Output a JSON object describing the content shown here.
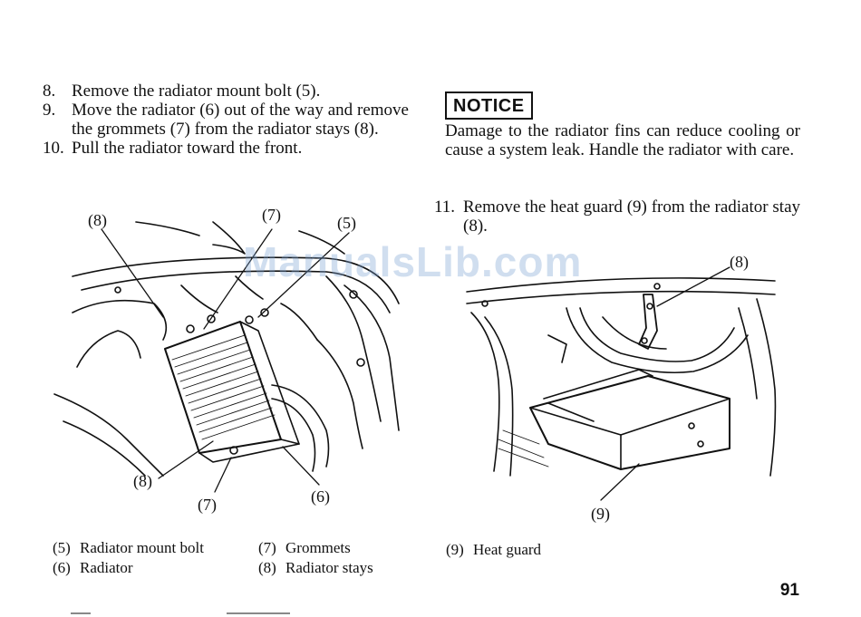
{
  "steps_left": [
    {
      "num": "8.",
      "text": "Remove the radiator mount bolt (5)."
    },
    {
      "num": "9.",
      "text": "Move the radiator (6) out of the way and remove the grommets (7) from the radiator stays (8)."
    },
    {
      "num": "10.",
      "text": "Pull the radiator toward the front."
    }
  ],
  "notice": {
    "label": "NOTICE",
    "text": "Damage to the radiator fins can reduce cooling or cause a system leak. Handle the radiator with care."
  },
  "step_right": {
    "num": "11.",
    "text": "Remove the heat guard (9) from the radiator stay (8)."
  },
  "figure_left": {
    "callouts": [
      "(8)",
      "(7)",
      "(5)",
      "(8)",
      "(7)",
      "(6)"
    ]
  },
  "figure_right": {
    "callouts": [
      "(8)",
      "(9)"
    ]
  },
  "legend_left": [
    {
      "num": "(5)",
      "label": "Radiator mount bolt"
    },
    {
      "num": "(6)",
      "label": "Radiator"
    }
  ],
  "legend_mid": [
    {
      "num": "(7)",
      "label": "Grommets"
    },
    {
      "num": "(8)",
      "label": "Radiator stays"
    }
  ],
  "legend_right": [
    {
      "num": "(9)",
      "label": "Heat guard"
    }
  ],
  "page_number": "91",
  "watermark": "ManualsLib.com"
}
